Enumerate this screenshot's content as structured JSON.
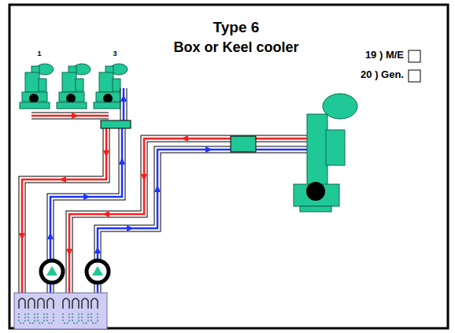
{
  "diagram": {
    "title": "Type 6",
    "labels": [
      "Box or Keel cooler",
      "19 ) M/E",
      "20 ) Gen.",
      "1",
      "3"
    ]
  }
}
